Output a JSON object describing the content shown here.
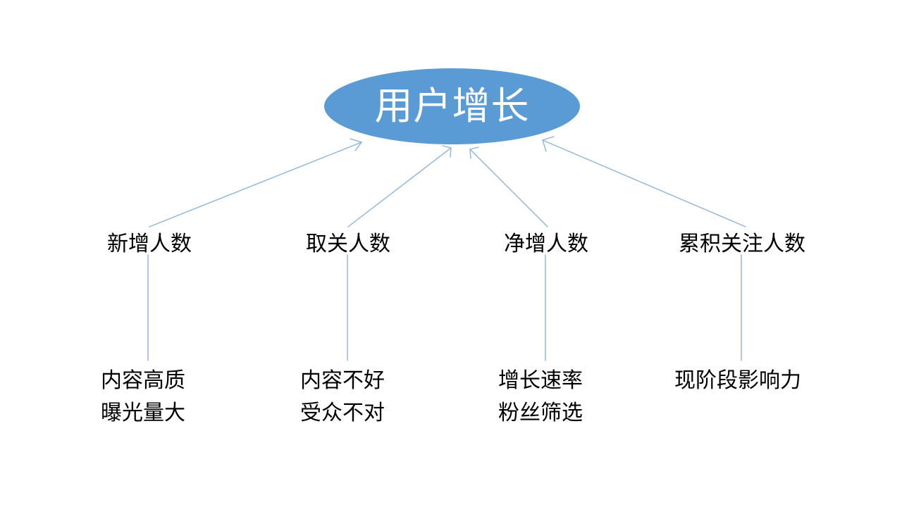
{
  "diagram": {
    "type": "mind-map",
    "background_color": "#FFFFFF",
    "accent_color": "#5B9BD5",
    "connector_color": "#8EB4DC",
    "text_color": "#000000",
    "center": {
      "label": "用户增长",
      "shape": "ellipse",
      "fill": "#5B9BD5",
      "text_color": "#FFFFFF"
    },
    "branches": [
      {
        "label": "新增人数",
        "leaf_lines": [
          "内容高质",
          "曝光量大"
        ]
      },
      {
        "label": "取关人数",
        "leaf_lines": [
          "内容不好",
          "受众不对"
        ]
      },
      {
        "label": "净增人数",
        "leaf_lines": [
          "增长速率",
          "粉丝筛选"
        ]
      },
      {
        "label": "累积关注人数",
        "leaf_lines": [
          "现阶段影响力"
        ]
      }
    ]
  }
}
